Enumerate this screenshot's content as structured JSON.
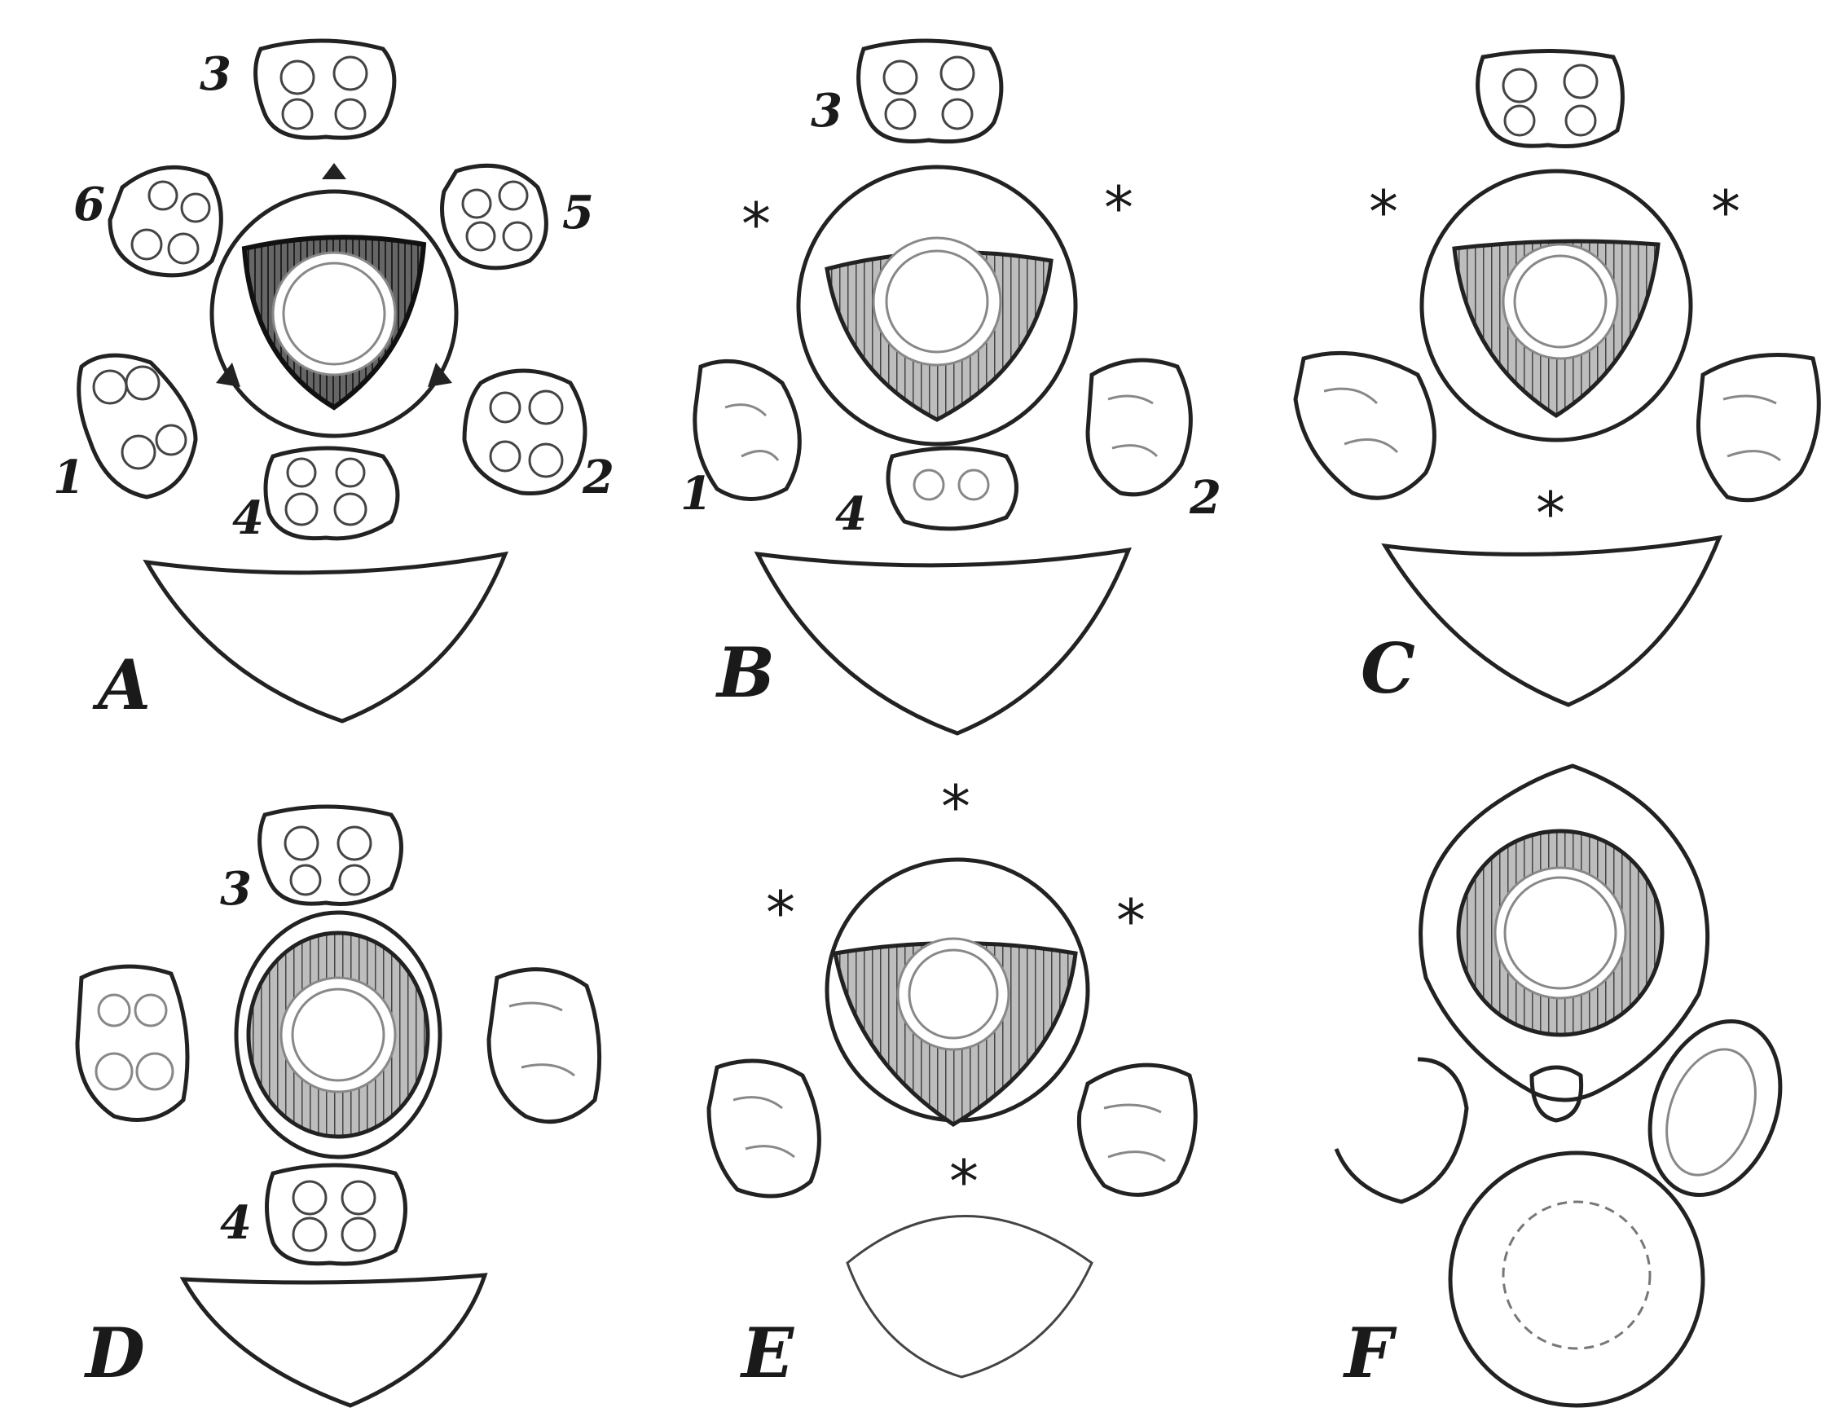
{
  "panels": [
    {
      "id": "A",
      "label": "A",
      "numbers": [
        "3",
        "6",
        "5",
        "1",
        "2",
        "4"
      ]
    },
    {
      "id": "B",
      "label": "B",
      "numbers": [
        "3",
        "1",
        "4",
        "2"
      ]
    },
    {
      "id": "C",
      "label": "C",
      "numbers": []
    },
    {
      "id": "D",
      "label": "D",
      "numbers": [
        "3",
        "4"
      ]
    },
    {
      "id": "E",
      "label": "E",
      "numbers": []
    },
    {
      "id": "F",
      "label": "F",
      "numbers": []
    }
  ],
  "asterisk": "*"
}
